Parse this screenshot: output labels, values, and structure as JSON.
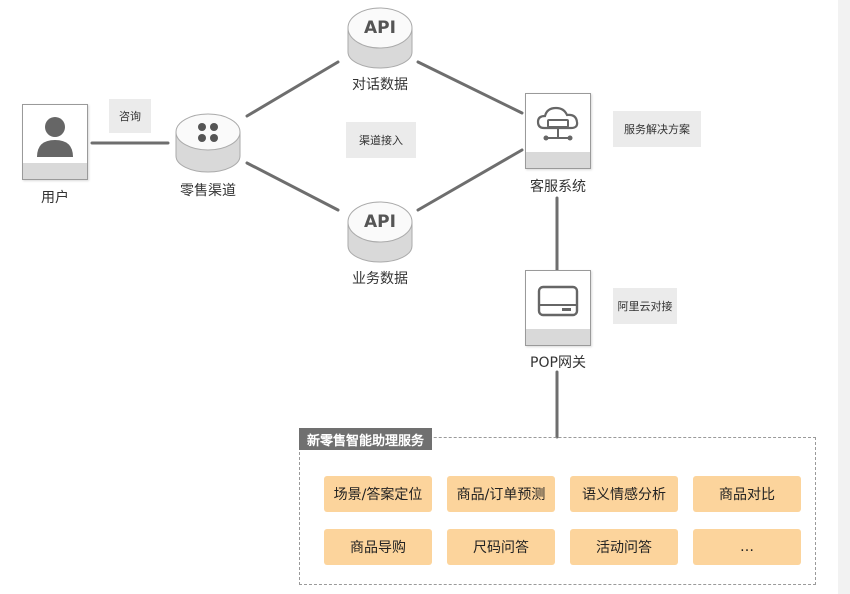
{
  "nodes": {
    "user": {
      "label": "用户"
    },
    "retail_channel": {
      "label": "零售渠道"
    },
    "api_dialog": {
      "icon_text": "API",
      "label": "对话数据"
    },
    "api_business": {
      "icon_text": "API",
      "label": "业务数据"
    },
    "customer_service": {
      "label": "客服系统"
    },
    "pop_gateway": {
      "label": "POP网关"
    }
  },
  "notes": {
    "consult": "咨询",
    "channel_access": "渠道接入",
    "service_solution": "服务解决方案",
    "aliyun_docking": "阿里云对接"
  },
  "services": {
    "title": "新零售智能助理服务",
    "items": [
      "场景/答案定位",
      "商品/订单预测",
      "语义情感分析",
      "商品对比",
      "商品导购",
      "尺码问答",
      "活动问答",
      "…"
    ]
  },
  "colors": {
    "chip_fill": "#fcd49c",
    "line": "#6e6e6e",
    "icon": "#666666",
    "title_bar": "#707070"
  }
}
